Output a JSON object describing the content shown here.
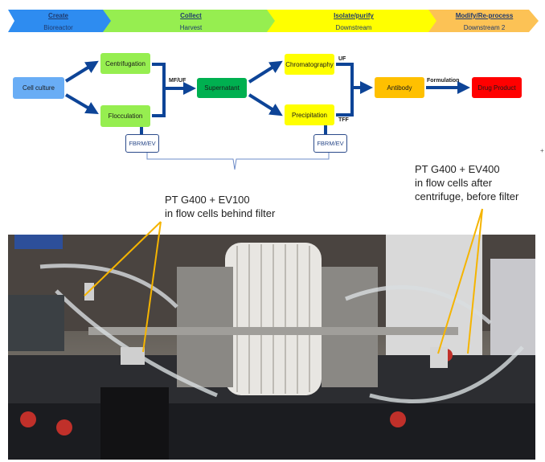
{
  "stages": [
    {
      "title": "Create",
      "subtitle": "Bioreactor",
      "color": "#2e8cf0"
    },
    {
      "title": "Collect",
      "subtitle": "Harvest",
      "color": "#96ee50"
    },
    {
      "title": "Isolate/purify",
      "subtitle": "Downstream",
      "color": "#ffff00"
    },
    {
      "title": "Modify/Re-process",
      "subtitle": "Downstream 2",
      "color": "#fcc255"
    }
  ],
  "flow": {
    "cell_culture": "Cell culture",
    "centrifugation": "Centrifugation",
    "flocculation": "Flocculation",
    "supernatant": "Supernatant",
    "chromatography": "Chromatography",
    "precipitation": "Precipitation",
    "antibody": "Antibody",
    "drug_product": "Drug Product",
    "mf_uf": "MF/UF",
    "uf": "UF",
    "tff": "TFF",
    "formulation": "Formulation",
    "fbrm_1": "FBRM/EV",
    "fbrm_2": "FBRM/EV"
  },
  "annotations": {
    "left_title": "PT G400 + EV100",
    "left_sub": "in flow cells behind filter",
    "right_title": "PT G400 + EV400",
    "right_sub1": "in flow cells after",
    "right_sub2": "centrifuge, before filter"
  }
}
